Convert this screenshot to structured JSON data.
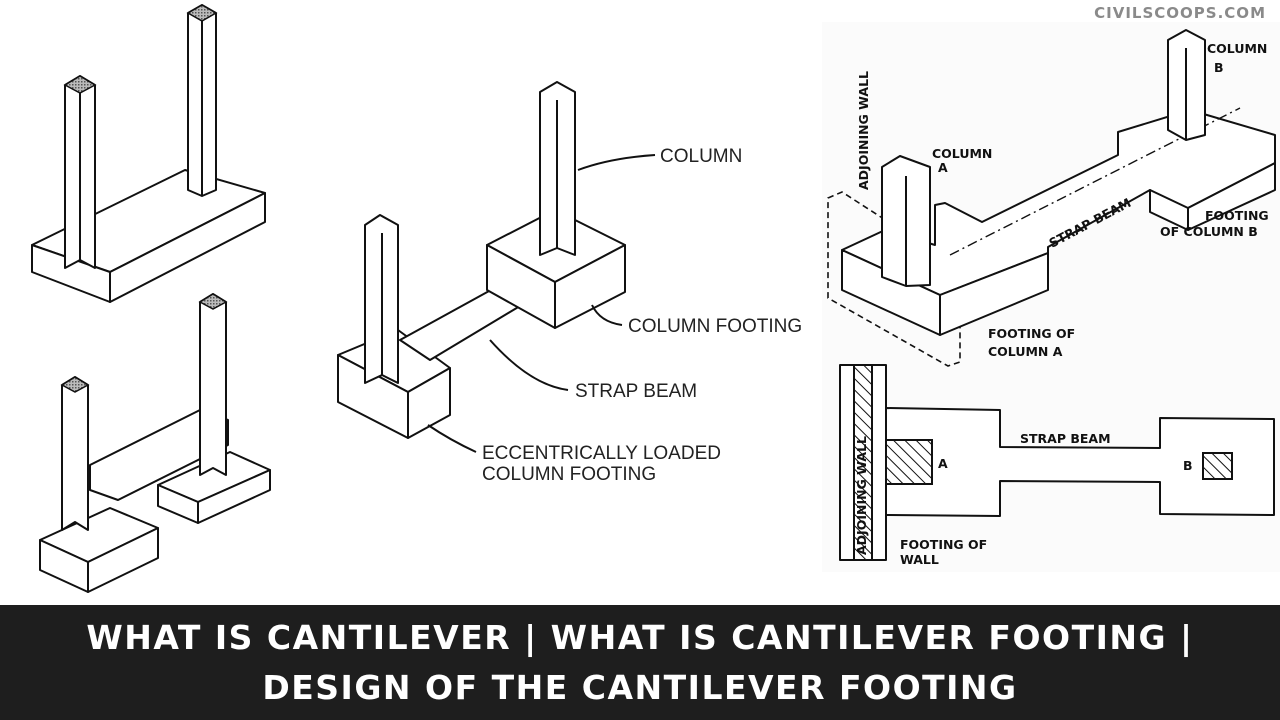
{
  "watermark": "CIVILSCOOPS.COM",
  "banner": {
    "title": "What Is Cantilever | What Is Cantilever Footing | Design of the Cantilever Footing",
    "background_color": "#1e1e1e",
    "text_color": "#ffffff"
  },
  "center_diagram": {
    "labels": {
      "column": "COLUMN",
      "column_footing": "COLUMN FOOTING",
      "strap_beam": "STRAP BEAM",
      "eccentric_line1": "ECCENTRICALLY LOADED",
      "eccentric_line2": "COLUMN FOOTING"
    }
  },
  "right_diagram": {
    "isometric": {
      "adjoining_wall": "ADJOINING WALL",
      "column_a_line1": "COLUMN",
      "column_a_line2": "A",
      "column_b_line1": "COLUMN",
      "column_b_line2": "B",
      "strap_beam": "STRAP BEAM",
      "footing_b_line1": "FOOTING",
      "footing_b_line2": "OF COLUMN B",
      "footing_a_line1": "FOOTING OF",
      "footing_a_line2": "COLUMN A"
    },
    "plan": {
      "adjoining_wall": "ADJOINING WALL",
      "strap_beam": "STRAP BEAM",
      "label_a": "A",
      "label_b": "B",
      "footing_wall_line1": "FOOTING OF",
      "footing_wall_line2": "WALL"
    }
  }
}
